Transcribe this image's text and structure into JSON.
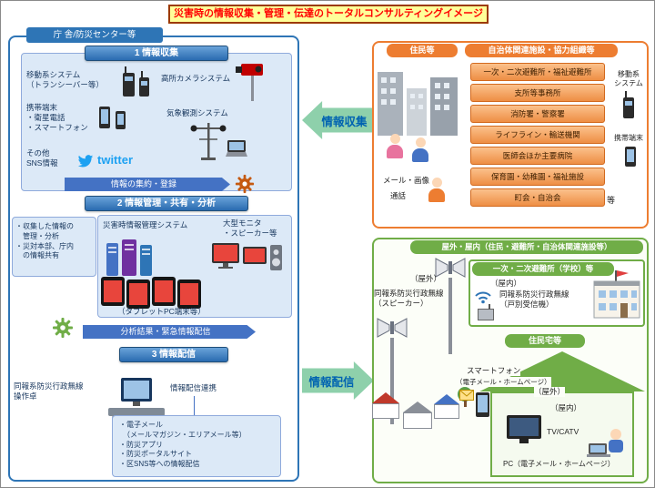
{
  "colors": {
    "panel_blue": "#2e75b6",
    "arrow_blue": "#4472c4",
    "panel_orange": "#ed7d31",
    "panel_green": "#70ad47",
    "flow_arrow_green": "#8ed0ab",
    "flow_text_blue": "#0063b1",
    "twitter_blue": "#1da1f2",
    "title_red": "#ff0000",
    "title_bg": "#ffff99",
    "section_fill": "#dce9f7"
  },
  "title": "災害時の情報収集・管理・伝達のトータルコンサルティングイメージ",
  "left_panel": {
    "tab": "庁 舎/防災センター等",
    "section1": {
      "header": "1 情報収集",
      "mobile_system": "移動系システム\n（トランシーバー等）",
      "high_camera": "高所カメラシステム",
      "mobile_devices": "携帯端末\n・衛星電話\n・スマートフォン",
      "weather": "気象観測システム",
      "other_sns": "その他\nSNS情報",
      "twitter": "twitter",
      "arrow": "情報の集約・登録"
    },
    "section2": {
      "header": "2 情報管理・共有・分析",
      "note": "・収集した情報の\n　管理・分析\n・災対本部、庁内\n　の情報共有",
      "system_label": "災害時情報管理システム",
      "monitor_label": "大型モニタ\n・スピーカー等",
      "tablet_label": "（タブレットPC端末等）",
      "arrow": "分析結果・緊急情報配信"
    },
    "section3": {
      "header": "3 情報配信",
      "console_label": "同報系防災行政無線\n操作卓",
      "linkage_label": "情報配信連携",
      "delivery_list": "・電子メール\n　（メールマガジン・エリアメール等）\n・防災アプリ\n・防災ポータルサイト\n・区SNS等への情報配信"
    }
  },
  "flows": {
    "collect": "情報収集",
    "deliver": "情報配信"
  },
  "residents_panel": {
    "residents_header": "住民等",
    "mail_image_label": "メール・画像",
    "call_label": "通話",
    "org_header": "自治体関連施設・協力組織等",
    "org_items": [
      "一次・二次避難所・福祉避難所",
      "支所等事務所",
      "消防署・警察署",
      "ライフライン・輸送機関",
      "医師会ほか主要病院",
      "保育園・幼稚園・福祉施設",
      "町会・自治会"
    ],
    "etc_label": "等",
    "mobile_system_label": "移動系\nシステム",
    "mobile_terminal_label": "携帯端末"
  },
  "outdoor_panel": {
    "header": "屋外・屋内（住民・避難所・自治体関連施設等）",
    "outdoor_label": "（屋外）",
    "speaker_label": "同報系防災行政無線\n（スピーカー）",
    "shelter": {
      "header": "一次・二次避難所（学校）等",
      "indoor_label": "（屋内）",
      "receiver_label": "同報系防災行政無線\n（戸別受信機）"
    },
    "home": {
      "header": "住民宅等",
      "smartphone_label": "スマートフォン",
      "smartphone_sub": "（電子メール・ホームページ）",
      "outdoor_label": "（屋外）",
      "indoor_label": "（屋内）",
      "tv_label": "TV/CATV",
      "pc_label": "PC（電子メール・ホームページ）"
    }
  }
}
